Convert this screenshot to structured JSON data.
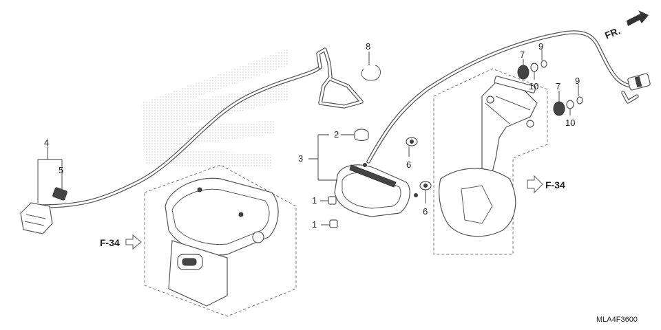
{
  "diagram": {
    "code": "MLA4F3600",
    "front_label": "FR.",
    "ref_left": "F-34",
    "ref_right": "F-34"
  },
  "callouts": {
    "c1a": "1",
    "c1b": "1",
    "c2": "2",
    "c3": "3",
    "c4": "4",
    "c5": "5",
    "c6a": "6",
    "c6b": "6",
    "c7a": "7",
    "c7b": "7",
    "c8": "8",
    "c9a": "9",
    "c9b": "9",
    "c10a": "10",
    "c10b": "10"
  }
}
